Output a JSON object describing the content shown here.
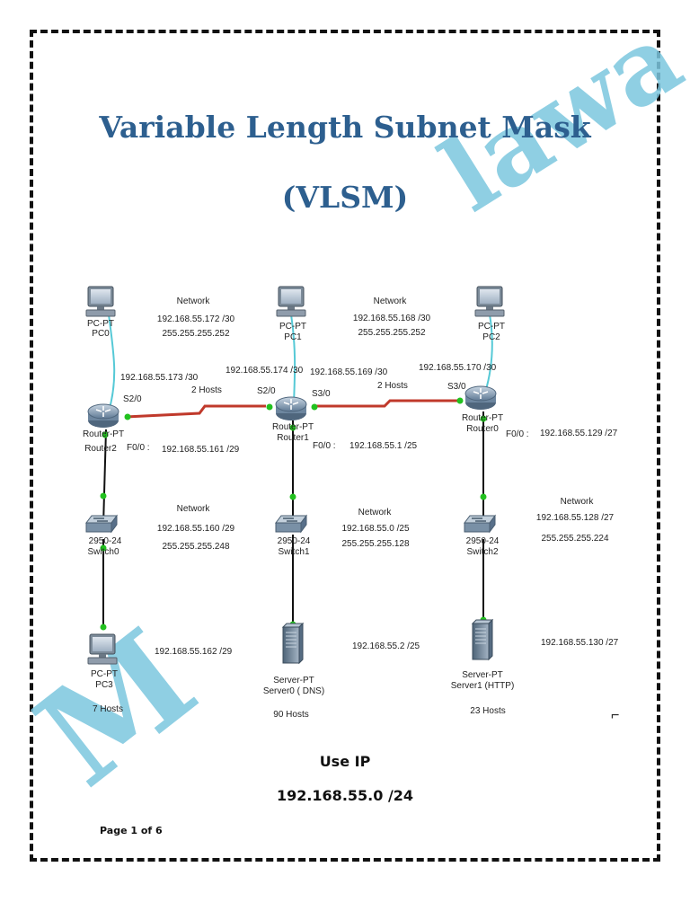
{
  "title": {
    "line1": "Variable Length Subnet Mask",
    "line2": "(VLSM)"
  },
  "watermark": {
    "text_left": "M",
    "text_right": "lawa"
  },
  "colors": {
    "title": "#2d5f8f",
    "watermark": "#7cc7df",
    "serial_link": "#c0392b",
    "console_link": "#56c9d6",
    "link_light": "#22c11f"
  },
  "devices": {
    "pc0": {
      "type": "PC-PT",
      "name": "PC0",
      "icon": "pc-icon"
    },
    "pc1": {
      "type": "PC-PT",
      "name": "PC1",
      "icon": "pc-icon"
    },
    "pc2": {
      "type": "PC-PT",
      "name": "PC2",
      "icon": "pc-icon"
    },
    "pc3": {
      "type": "PC-PT",
      "name": "PC3",
      "icon": "pc-icon"
    },
    "router2": {
      "type": "Router-PT",
      "name": "Router2",
      "icon": "router-icon"
    },
    "router1": {
      "type": "Router-PT",
      "name": "Router1",
      "icon": "router-icon"
    },
    "router0": {
      "type": "Router-PT",
      "name": "Router0",
      "icon": "router-icon"
    },
    "switch0": {
      "type": "2950-24",
      "name": "Switch0",
      "icon": "switch-icon"
    },
    "switch1": {
      "type": "2950-24",
      "name": "Switch1",
      "icon": "switch-icon"
    },
    "switch2": {
      "type": "2950-24",
      "name": "Switch2",
      "icon": "switch-icon"
    },
    "server0": {
      "type": "Server-PT",
      "name": "Server0 ( DNS)",
      "icon": "server-icon"
    },
    "server1": {
      "type": "Server-PT",
      "name": "Server1 (HTTP)",
      "icon": "server-icon"
    }
  },
  "networks": {
    "wan_left": {
      "heading": "Network",
      "address": "192.168.55.172 /30",
      "mask": "255.255.255.252"
    },
    "wan_right": {
      "heading": "Network",
      "address": "192.168.55.168 /30",
      "mask": "255.255.255.252"
    },
    "lan_left": {
      "heading": "Network",
      "address": "192.168.55.160 /29",
      "mask": "255.255.255.248"
    },
    "lan_mid": {
      "heading": "Network",
      "address": "192.168.55.0 /25",
      "mask": "255.255.255.128"
    },
    "lan_right": {
      "heading": "Network",
      "address": "192.168.55.128 /27",
      "mask": "255.255.255.224"
    }
  },
  "interfaces": {
    "r2_s20_ip": "192.168.55.173 /30",
    "r2_s20": "S2/0",
    "r1_s20_ip": "192.168.55.174 /30",
    "r1_s20": "S2/0",
    "r1_s30_ip": "192.168.55.169 /30",
    "r1_s30": "S3/0",
    "r0_s30_ip": "192.168.55.170 /30",
    "r0_s30": "S3/0",
    "r2_f00": "F0/0  :",
    "r2_f00_ip": "192.168.55.161 /29",
    "r1_f00": "F0/0  :",
    "r1_f00_ip": "192.168.55.1 /25",
    "r0_f00": "F0/0  :",
    "r0_f00_ip": "192.168.55.129 /27"
  },
  "links": {
    "left_hosts": "2 Hosts",
    "right_hosts": "2 Hosts"
  },
  "hosts": {
    "pc3_ip": "192.168.55.162 /29",
    "server0_ip": "192.168.55.2 /25",
    "server1_ip": "192.168.55.130 /27",
    "left_count": "7 Hosts",
    "mid_count": "90 Hosts",
    "right_count": "23 Hosts"
  },
  "footer": {
    "use_ip_label": "Use IP",
    "base_network": "192.168.55.0 /24",
    "page": "Page 1 of 6"
  }
}
